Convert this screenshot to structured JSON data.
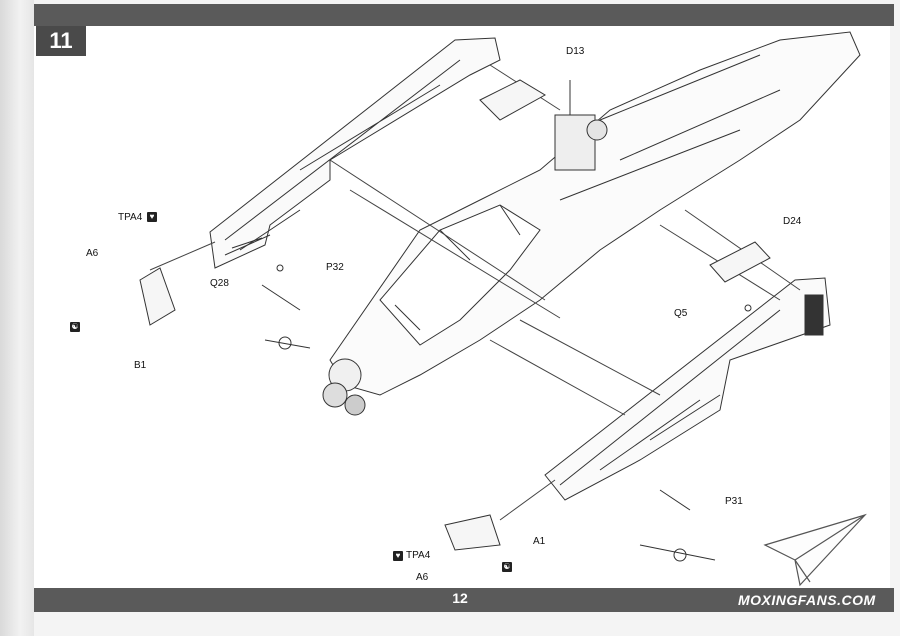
{
  "step": {
    "number": "11"
  },
  "page": {
    "number": "12"
  },
  "watermark": {
    "text": "MOXINGFANS.COM"
  },
  "parts": {
    "d13": "D13",
    "d24": "D24",
    "tpa4_left": "TPA4",
    "tpa4_bottom": "TPA4",
    "a6_left": "A6",
    "a6_bottom": "A6",
    "b1": "B1",
    "q28": "Q28",
    "p32": "P32",
    "q5": "Q5",
    "p31": "P31",
    "a1": "A1"
  },
  "icons": {
    "glue": "glue-heart-icon",
    "cut": "cement-yinyang-icon"
  }
}
